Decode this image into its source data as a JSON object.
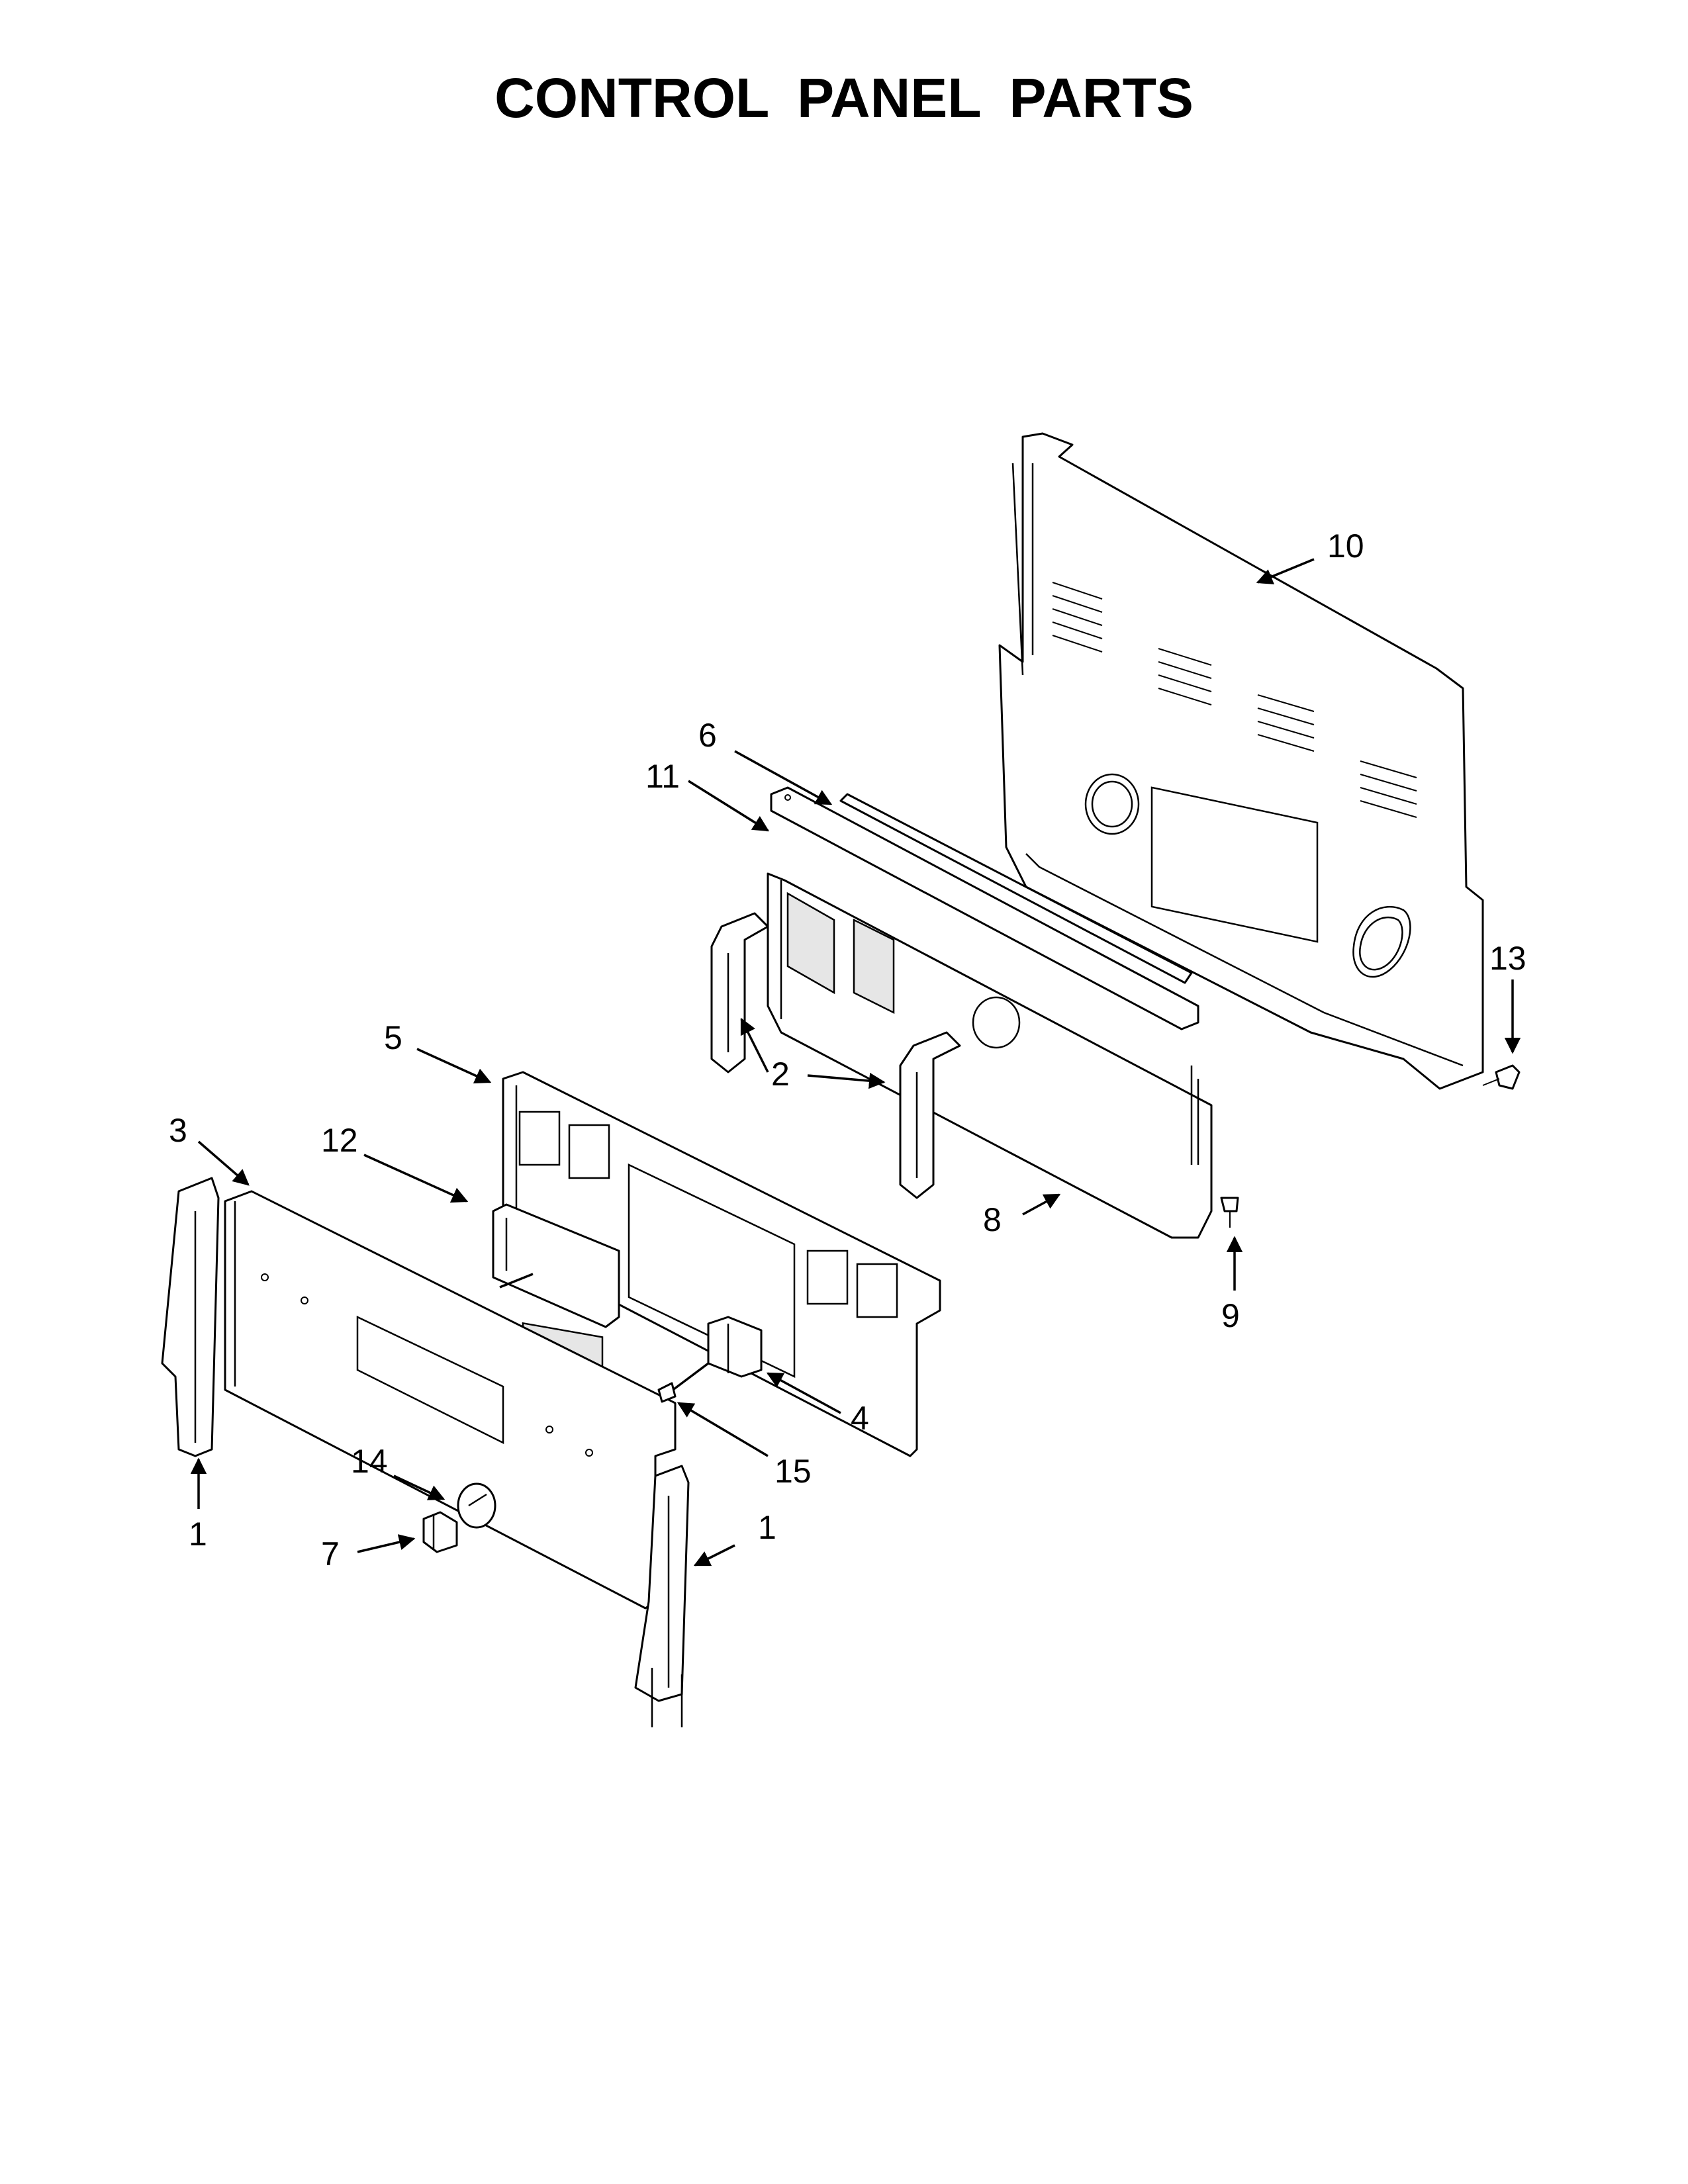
{
  "title": "CONTROL PANEL PARTS",
  "callouts": {
    "c1a": "1",
    "c1b": "1",
    "c2": "2",
    "c3": "3",
    "c4": "4",
    "c5": "5",
    "c6": "6",
    "c7": "7",
    "c8": "8",
    "c9": "9",
    "c10": "10",
    "c11": "11",
    "c12": "12",
    "c13": "13",
    "c14": "14",
    "c15": "15"
  }
}
